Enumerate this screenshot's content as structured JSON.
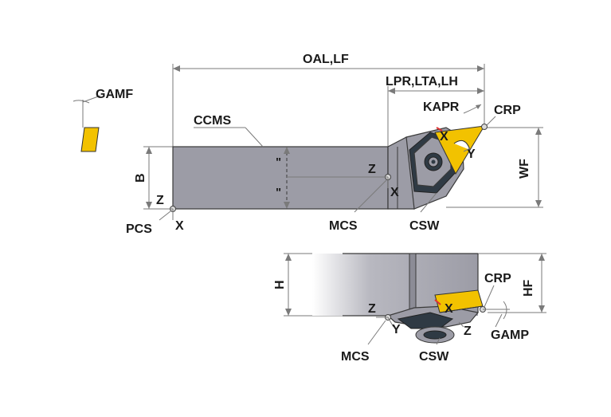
{
  "labels": {
    "gamf": "GAMF",
    "oal_lf": "OAL,LF",
    "lpr_lta_lh": "LPR,LTA,LH",
    "kapr": "KAPR",
    "crp_top": "CRP",
    "ccms": "CCMS",
    "b": "B",
    "wf": "WF",
    "z_pcs": "Z",
    "pcs": "PCS",
    "x_pcs": "X",
    "z_mcs_top": "Z",
    "x_mcs_top": "X",
    "mcs_top": "MCS",
    "csw_top": "CSW",
    "x_insert_top": "X",
    "y_insert_top": "Y",
    "h": "H",
    "hf": "HF",
    "crp_bottom": "CRP",
    "z_mcs_bottom": "Z",
    "y_mcs_bottom": "Y",
    "mcs_bottom": "MCS",
    "x_insert_bottom": "X",
    "z_insert_bottom": "Z",
    "csw_bottom": "CSW",
    "gamp": "GAMP"
  },
  "colors": {
    "tool_body": "#9c9ca6",
    "insert": "#f2c200",
    "clamp": "#2f3a44",
    "dimension_line": "#7a7a7a"
  }
}
